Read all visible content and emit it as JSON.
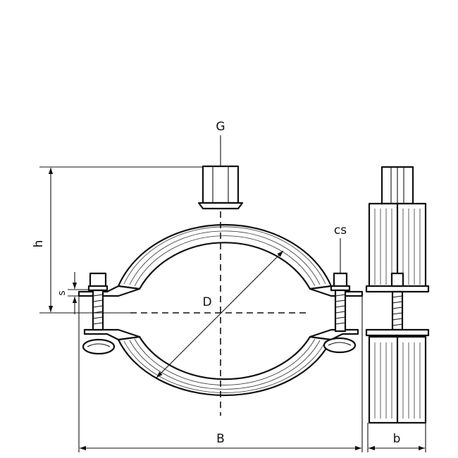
{
  "labels": {
    "g": "G",
    "h": "h",
    "cs": "cs",
    "s": "s",
    "d": "D",
    "b_upper": "B",
    "b_lower": "b"
  }
}
